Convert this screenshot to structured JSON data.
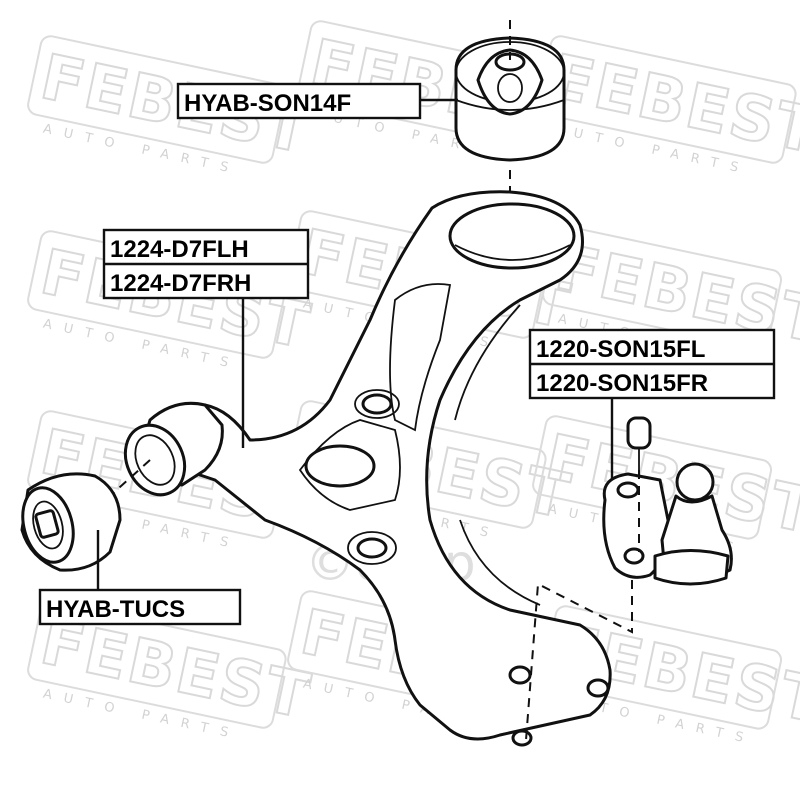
{
  "watermark": {
    "brand": "FEBEST",
    "tagline": "AUTO PARTS",
    "center_text": "©oecp"
  },
  "labels": {
    "top_mount": "HYAB-SON14F",
    "arm_left": "1224-D7FLH",
    "arm_right": "1224-D7FRH",
    "ball_joint_left": "1220-SON15FL",
    "ball_joint_right": "1220-SON15FR",
    "rear_bushing": "HYAB-TUCS"
  }
}
